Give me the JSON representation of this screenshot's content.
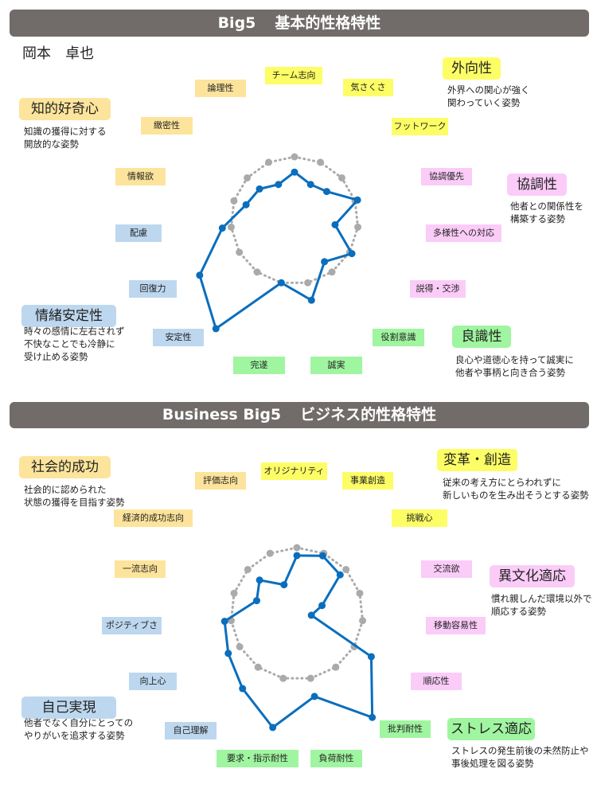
{
  "person_name": "岡本　卓也",
  "colors": {
    "title_bar": "#716b69",
    "series": "#0a6ebd",
    "reference": "#aaaaaa",
    "orange": "#fde49c",
    "yellow": "#fdfd66",
    "pink": "#fbccf8",
    "green": "#a0f5a0",
    "blue": "#bdd7ee"
  },
  "sections": [
    {
      "title_en": "Big5",
      "title_ja": "基本的性格特性",
      "factors": [
        {
          "name": "知的好奇心",
          "desc": "知識の獲得に対する\n開放的な姿勢"
        },
        {
          "name": "外向性",
          "desc": "外界への関心が強く\n関わっていく姿勢"
        },
        {
          "name": "協調性",
          "desc": "他者との関係性を\n構築する姿勢"
        },
        {
          "name": "情緒安定性",
          "desc": "時々の感情に左右されず\n不快なことでも冷静に\n受け止める姿勢"
        },
        {
          "name": "良識性",
          "desc": "良心や道徳心を持って誠実に\n他者や事柄と向き合う姿勢"
        }
      ]
    },
    {
      "title_en": "Business Big5",
      "title_ja": "ビジネス的性格特性",
      "factors": [
        {
          "name": "社会的成功",
          "desc": "社会的に認められた\n状態の獲得を目指す姿勢"
        },
        {
          "name": "変革・創造",
          "desc": "従来の考え方にとらわれずに\n新しいものを生み出そうとする姿勢"
        },
        {
          "name": "異文化適応",
          "desc": "慣れ親しんだ環境以外で\n順応する姿勢"
        },
        {
          "name": "自己実現",
          "desc": "他者でなく自分にとっての\nやりがいを追求する姿勢"
        },
        {
          "name": "ストレス適応",
          "desc": "ストレスの発生前後の未然防止や\n事後処理を図る姿勢"
        }
      ]
    }
  ],
  "chart_data": [
    {
      "type": "radar",
      "title": "Big5 基本的性格特性",
      "categories": [
        "チーム志向",
        "気さくさ",
        "フットワーク",
        "協調優先",
        "多様性への対応",
        "説得・交渉",
        "役割意識",
        "誠実",
        "完遂",
        "安定性",
        "回復力",
        "配慮",
        "情報欲",
        "緻密性",
        "論理性"
      ],
      "series": [
        {
          "name": "score",
          "values": [
            38,
            31,
            34,
            52,
            32,
            52,
            40,
            64,
            50,
            105,
            86,
            57,
            40,
            37,
            31
          ]
        },
        {
          "name": "reference",
          "values": [
            50,
            50,
            50,
            50,
            50,
            50,
            50,
            50,
            50,
            50,
            50,
            50,
            50,
            50,
            50
          ]
        }
      ]
    },
    {
      "type": "radar",
      "title": "Business Big5 ビジネス的性格特性",
      "categories": [
        "オリジナリティ",
        "事業創造",
        "挑戦心",
        "交流欲",
        "移動容易性",
        "順応性",
        "批判耐性",
        "負荷耐性",
        "要求・指示耐性",
        "自己理解",
        "向上心",
        "ポジティブさ",
        "一流志向",
        "経済的成功志向",
        "評価志向"
      ],
      "series": [
        {
          "name": "score",
          "values": [
            44,
            48,
            44,
            20,
            11,
            65,
            97,
            64,
            88,
            70,
            60,
            55,
            32,
            38,
            24
          ]
        },
        {
          "name": "reference",
          "values": [
            50,
            50,
            50,
            50,
            50,
            50,
            50,
            50,
            50,
            50,
            50,
            50,
            50,
            50,
            50
          ]
        }
      ]
    }
  ]
}
